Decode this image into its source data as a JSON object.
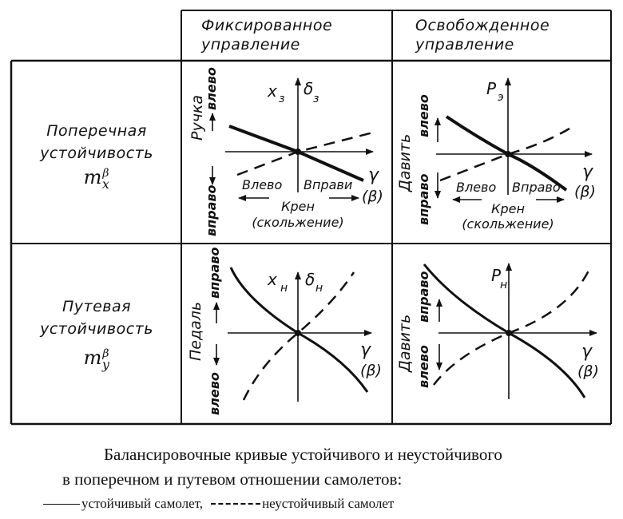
{
  "columns": [
    {
      "line1": "Фиксированное",
      "line2": "управление"
    },
    {
      "line1": "Освобожденное",
      "line2": "управление"
    }
  ],
  "rows": [
    {
      "line1": "Поперечная",
      "line2": "устойчивость",
      "coef_base": "m",
      "coef_sup": "β",
      "coef_sub": "x"
    },
    {
      "line1": "Путевая",
      "line2": "устойчивость",
      "coef_base": "m",
      "coef_sub": "y",
      "coef_sup": "β"
    }
  ],
  "cells": {
    "lateral_fixed": {
      "y_axis_labels": [
        "x",
        "з",
        "δ",
        "з"
      ],
      "side_title": "Ручка",
      "side_up": "влево",
      "side_down": "вправо",
      "x_axis_label": "γ",
      "x_axis_sub": "(β)",
      "left_label": "Влево",
      "right_label": "Вправи",
      "bottom_line1": "Крен",
      "bottom_line2": "(скольжение)"
    },
    "lateral_free": {
      "y_axis_labels": [
        "P",
        "э"
      ],
      "side_title": "Давить",
      "side_up": "влево",
      "side_down": "вправо",
      "x_axis_label": "γ",
      "x_axis_sub": "(β)",
      "left_label": "Влево",
      "right_label": "Вправо",
      "bottom_line1": "Крен",
      "bottom_line2": "(скольжение)"
    },
    "directional_fixed": {
      "y_axis_labels": [
        "x",
        "н",
        "δ",
        "н"
      ],
      "side_title": "Педаль",
      "side_up": "вправо",
      "side_down": "влево",
      "x_axis_label": "γ",
      "x_axis_sub": "(β)"
    },
    "directional_free": {
      "y_axis_labels": [
        "P",
        "н"
      ],
      "side_title": "Давить",
      "side_up": "вправо",
      "side_down": "влево",
      "x_axis_label": "γ",
      "x_axis_sub": "(β)"
    }
  },
  "caption": {
    "line1": "Балансировочные кривые устойчивого и неустойчивого",
    "line2": "в поперечном и путевом отношении самолетов:",
    "legend_solid": "устойчивый самолет,",
    "legend_dashed": "неустойчивый самолет"
  },
  "colors": {
    "ink": "#111111",
    "paper": "#ffffff"
  }
}
